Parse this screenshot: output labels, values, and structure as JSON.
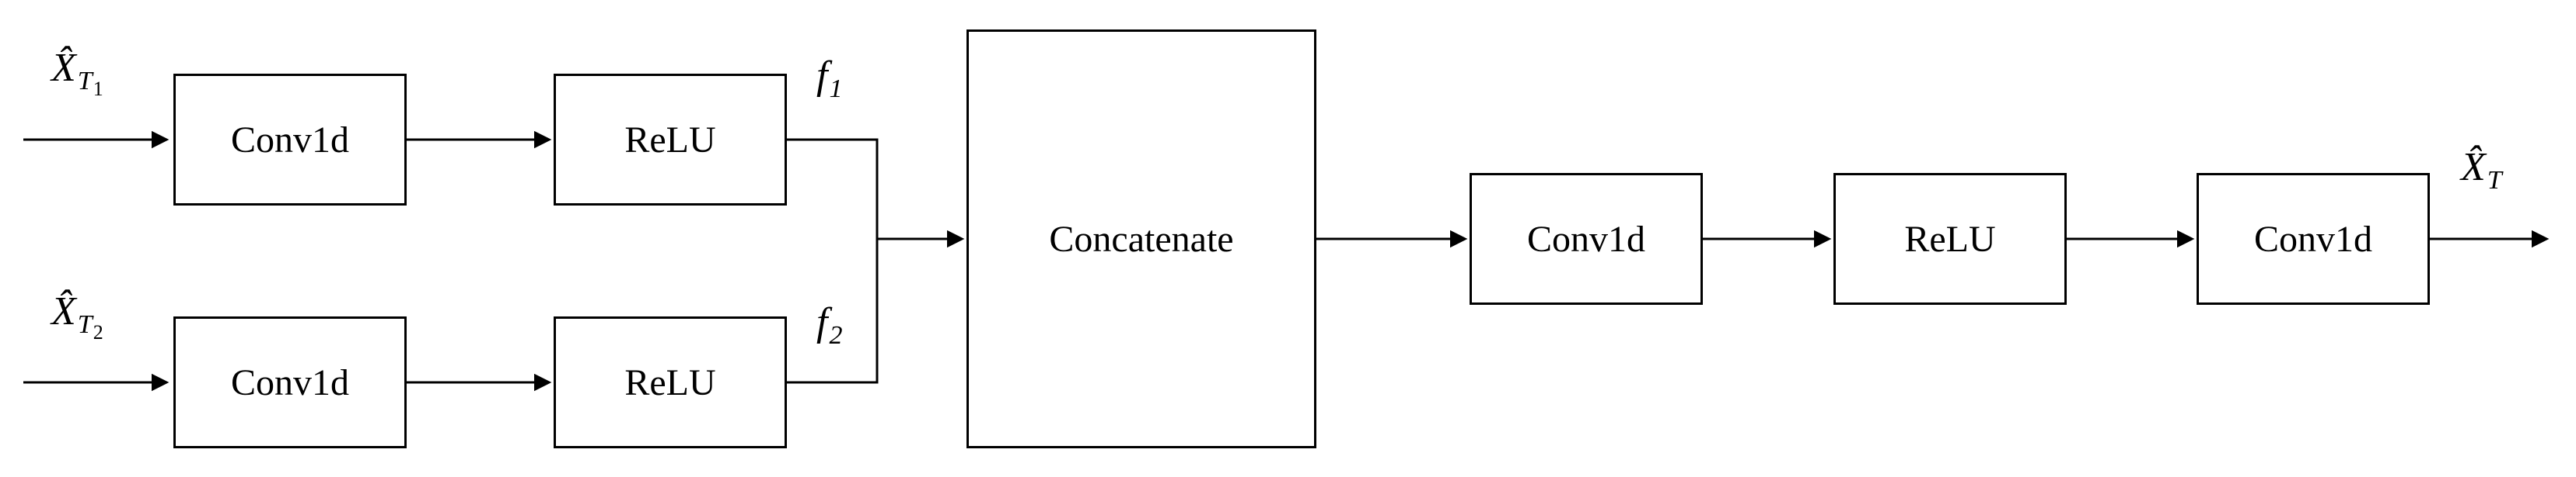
{
  "boxes": {
    "conv1d_top": {
      "label": "Conv1d"
    },
    "relu_top": {
      "label": "ReLU"
    },
    "conv1d_bottom": {
      "label": "Conv1d"
    },
    "relu_bottom": {
      "label": "ReLU"
    },
    "concatenate": {
      "label": "Concatenate"
    },
    "conv1d_mid": {
      "label": "Conv1d"
    },
    "relu_out": {
      "label": "ReLU"
    },
    "conv1d_out": {
      "label": "Conv1d"
    }
  },
  "labels": {
    "input_top": {
      "base": "X̂",
      "sub": "T",
      "subsub": "1"
    },
    "input_bottom": {
      "base": "X̂",
      "sub": "T",
      "subsub": "2"
    },
    "feature_top": {
      "base": "f",
      "sub": "1"
    },
    "feature_bottom": {
      "base": "f",
      "sub": "2"
    },
    "output": {
      "base": "X̂",
      "sub": "T"
    }
  },
  "colors": {
    "stroke": "#000000",
    "background": "#ffffff"
  }
}
